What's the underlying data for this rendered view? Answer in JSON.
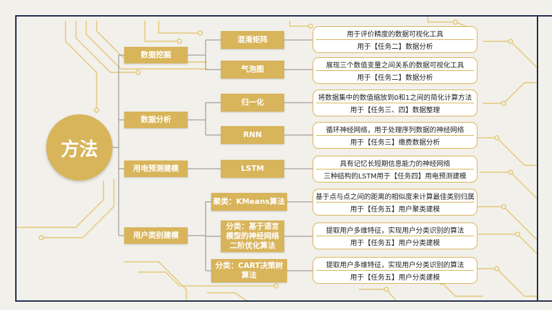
{
  "root": "方法",
  "categories": [
    {
      "label": "数据挖掘",
      "methods": [
        {
          "label": "混淆矩阵",
          "desc": [
            "用于评价精度的数据可视化工具",
            "用于【任务二】数据分析"
          ]
        },
        {
          "label": "气泡图",
          "desc": [
            "展现三个数值变量之间关系的数据可视化工具",
            "用于【任务二】数据分析"
          ]
        }
      ]
    },
    {
      "label": "数据分析",
      "methods": [
        {
          "label": "归一化",
          "desc": [
            "将数据集中的数值缩放到0和1之间的简化计算方法",
            "用于【任务三、四】数据整理"
          ]
        },
        {
          "label": "RNN",
          "desc": [
            "循环神经网络，用于处理序列数据的神经网络",
            "用于【任务三】缴费数据分析"
          ]
        }
      ]
    },
    {
      "label": "用电预测建模",
      "methods": [
        {
          "label": "LSTM",
          "desc": [
            "具有记忆长短期信息能力的神经网络",
            "三种结构的LSTM用于【任务四】用电预测建模"
          ]
        }
      ]
    },
    {
      "label": "用户类别建模",
      "methods": [
        {
          "label": "聚类：KMeans算法",
          "desc": [
            "基于点与点之间的距离的相似度来计算最佳类别归属",
            "用于【任务五】用户聚类建模"
          ]
        },
        {
          "label": "分类：基于语言模型的神经网络二阶优化算法",
          "desc": [
            "提取用户多维特征，实现用户分类识别的算法",
            "用于【任务五】用户分类建模"
          ]
        },
        {
          "label": "分类：CART决策树算法",
          "desc": [
            "提取用户多维特征，实现用户分类识别的算法",
            "用于【任务五】用户分类建模"
          ]
        }
      ]
    }
  ],
  "colors": {
    "node": "#d8b45a",
    "line": "#8a8a8a",
    "frame": "#1f2b4d",
    "circuit": "#e3c878"
  }
}
